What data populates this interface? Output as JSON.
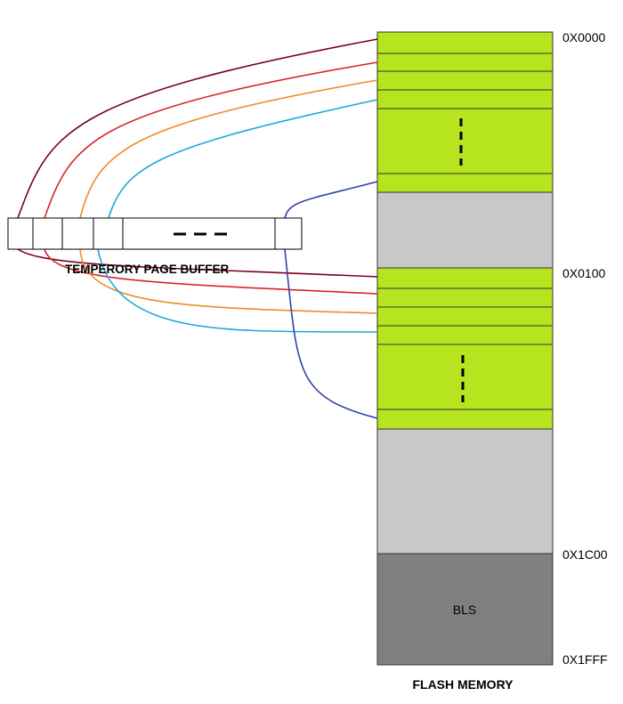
{
  "flash": {
    "title": "FLASH MEMORY",
    "block_label": "BLS",
    "addresses": [
      "0X0000",
      "0X0100",
      "0X1C00",
      "0X1FFF"
    ]
  },
  "buffer": {
    "title": "TEMPERORY PAGE BUFFER"
  },
  "colors": {
    "page_green": "#b6e51f",
    "gap_gray": "#c8c8c8",
    "bls_gray": "#808080",
    "wire_maroon": "#7a0019",
    "wire_red": "#d9252a",
    "wire_orange": "#f08a2a",
    "wire_cyan": "#1ba8d8",
    "wire_blue": "#3340b0"
  }
}
